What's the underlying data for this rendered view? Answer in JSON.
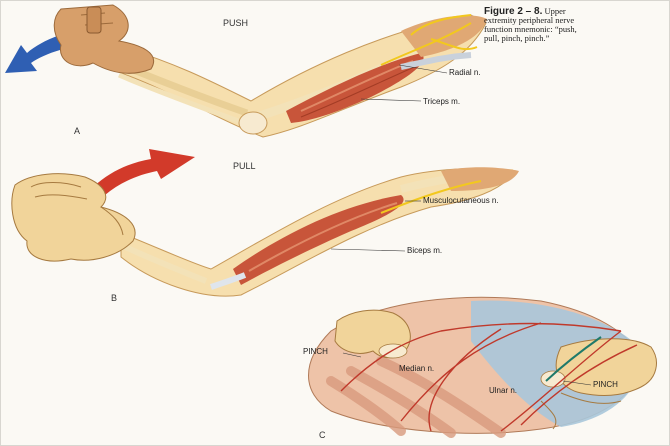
{
  "caption": {
    "figure_number": "Figure 2 – 8.",
    "text": "Upper extremity peripheral nerve function mnemonic: “push, pull, pinch, pinch.”"
  },
  "panels": {
    "a": {
      "action": "PUSH",
      "letter": "A",
      "labels": {
        "nerve": "Radial n.",
        "muscle": "Triceps m."
      }
    },
    "b": {
      "action": "PULL",
      "letter": "B",
      "labels": {
        "nerve": "Musculocutaneous n.",
        "muscle": "Biceps m."
      }
    },
    "c": {
      "action_left": "PINCH",
      "action_right": "PINCH",
      "letter": "C",
      "labels": {
        "nerve_median": "Median n.",
        "nerve_ulnar": "Ulnar n."
      }
    }
  },
  "colors": {
    "push_arrow": "#2f5fb3",
    "pull_arrow": "#d23a2a",
    "skin": "#f1d49a",
    "muscle": "#c8553a",
    "bone": "#f6e6bf",
    "nerve_yellow": "#f2c81e"
  }
}
